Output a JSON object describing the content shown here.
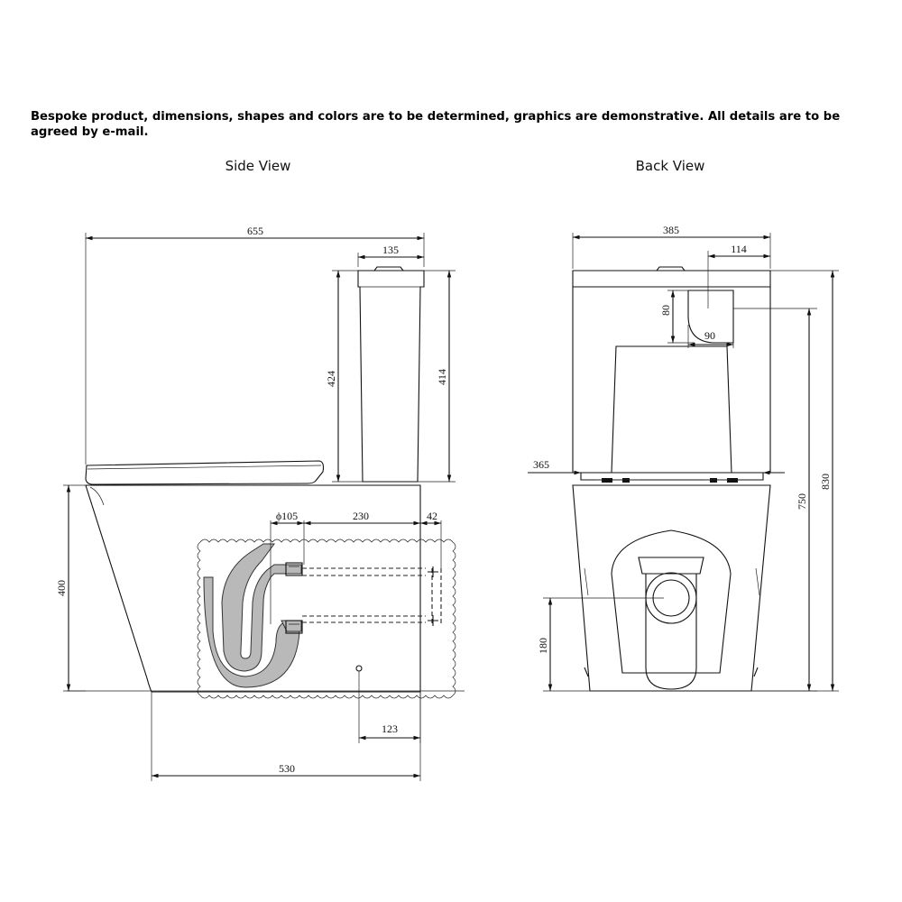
{
  "note": "Bespoke product, dimensions, shapes and colors are to be determined, graphics are demonstrative. All details are to be agreed by e-mail.",
  "side_view": {
    "title": "Side View",
    "dims": {
      "overall_length": "655",
      "tank_depth": "135",
      "tank_height_outer": "424",
      "tank_height_inner": "414",
      "pan_height": "400",
      "outlet_diameter": "ϕ105",
      "outlet_to_wall": "230",
      "wall_offset": "42",
      "floor_outlet_offset": "123",
      "base_length": "530"
    }
  },
  "back_view": {
    "title": "Back View",
    "dims": {
      "overall_width": "385",
      "inlet_offset": "114",
      "inlet_height": "80",
      "inlet_width": "90",
      "seat_width": "365",
      "total_height": "750",
      "overall_height": "830",
      "outlet_height": "180"
    }
  }
}
